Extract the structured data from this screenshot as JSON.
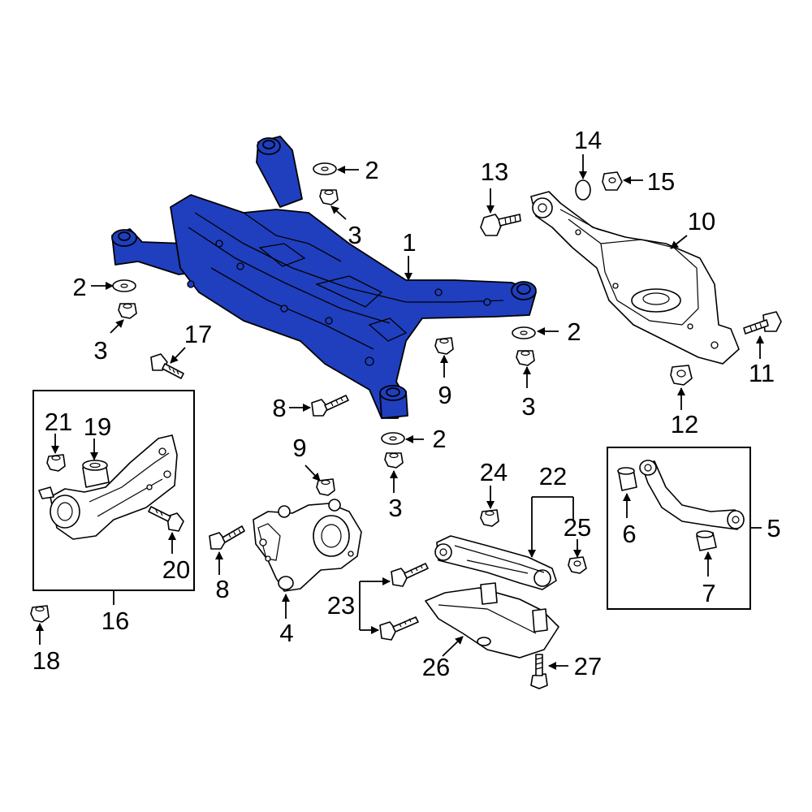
{
  "callouts": {
    "c1": "1",
    "c2a": "2",
    "c2b": "2",
    "c2c": "2",
    "c2d": "2",
    "c3a": "3",
    "c3b": "3",
    "c3c": "3",
    "c3d": "3",
    "c4": "4",
    "c5": "5",
    "c6": "6",
    "c7": "7",
    "c8a": "8",
    "c8b": "8",
    "c9a": "9",
    "c9b": "9",
    "c10": "10",
    "c11": "11",
    "c12": "12",
    "c13": "13",
    "c14": "14",
    "c15": "15",
    "c16": "16",
    "c17": "17",
    "c18": "18",
    "c19": "19",
    "c20": "20",
    "c21": "21",
    "c22": "22",
    "c23": "23",
    "c24": "24",
    "c25": "25",
    "c26": "26",
    "c27": "27"
  },
  "colors": {
    "highlight": "#1f3fbf",
    "line": "#000000",
    "background": "#ffffff"
  }
}
